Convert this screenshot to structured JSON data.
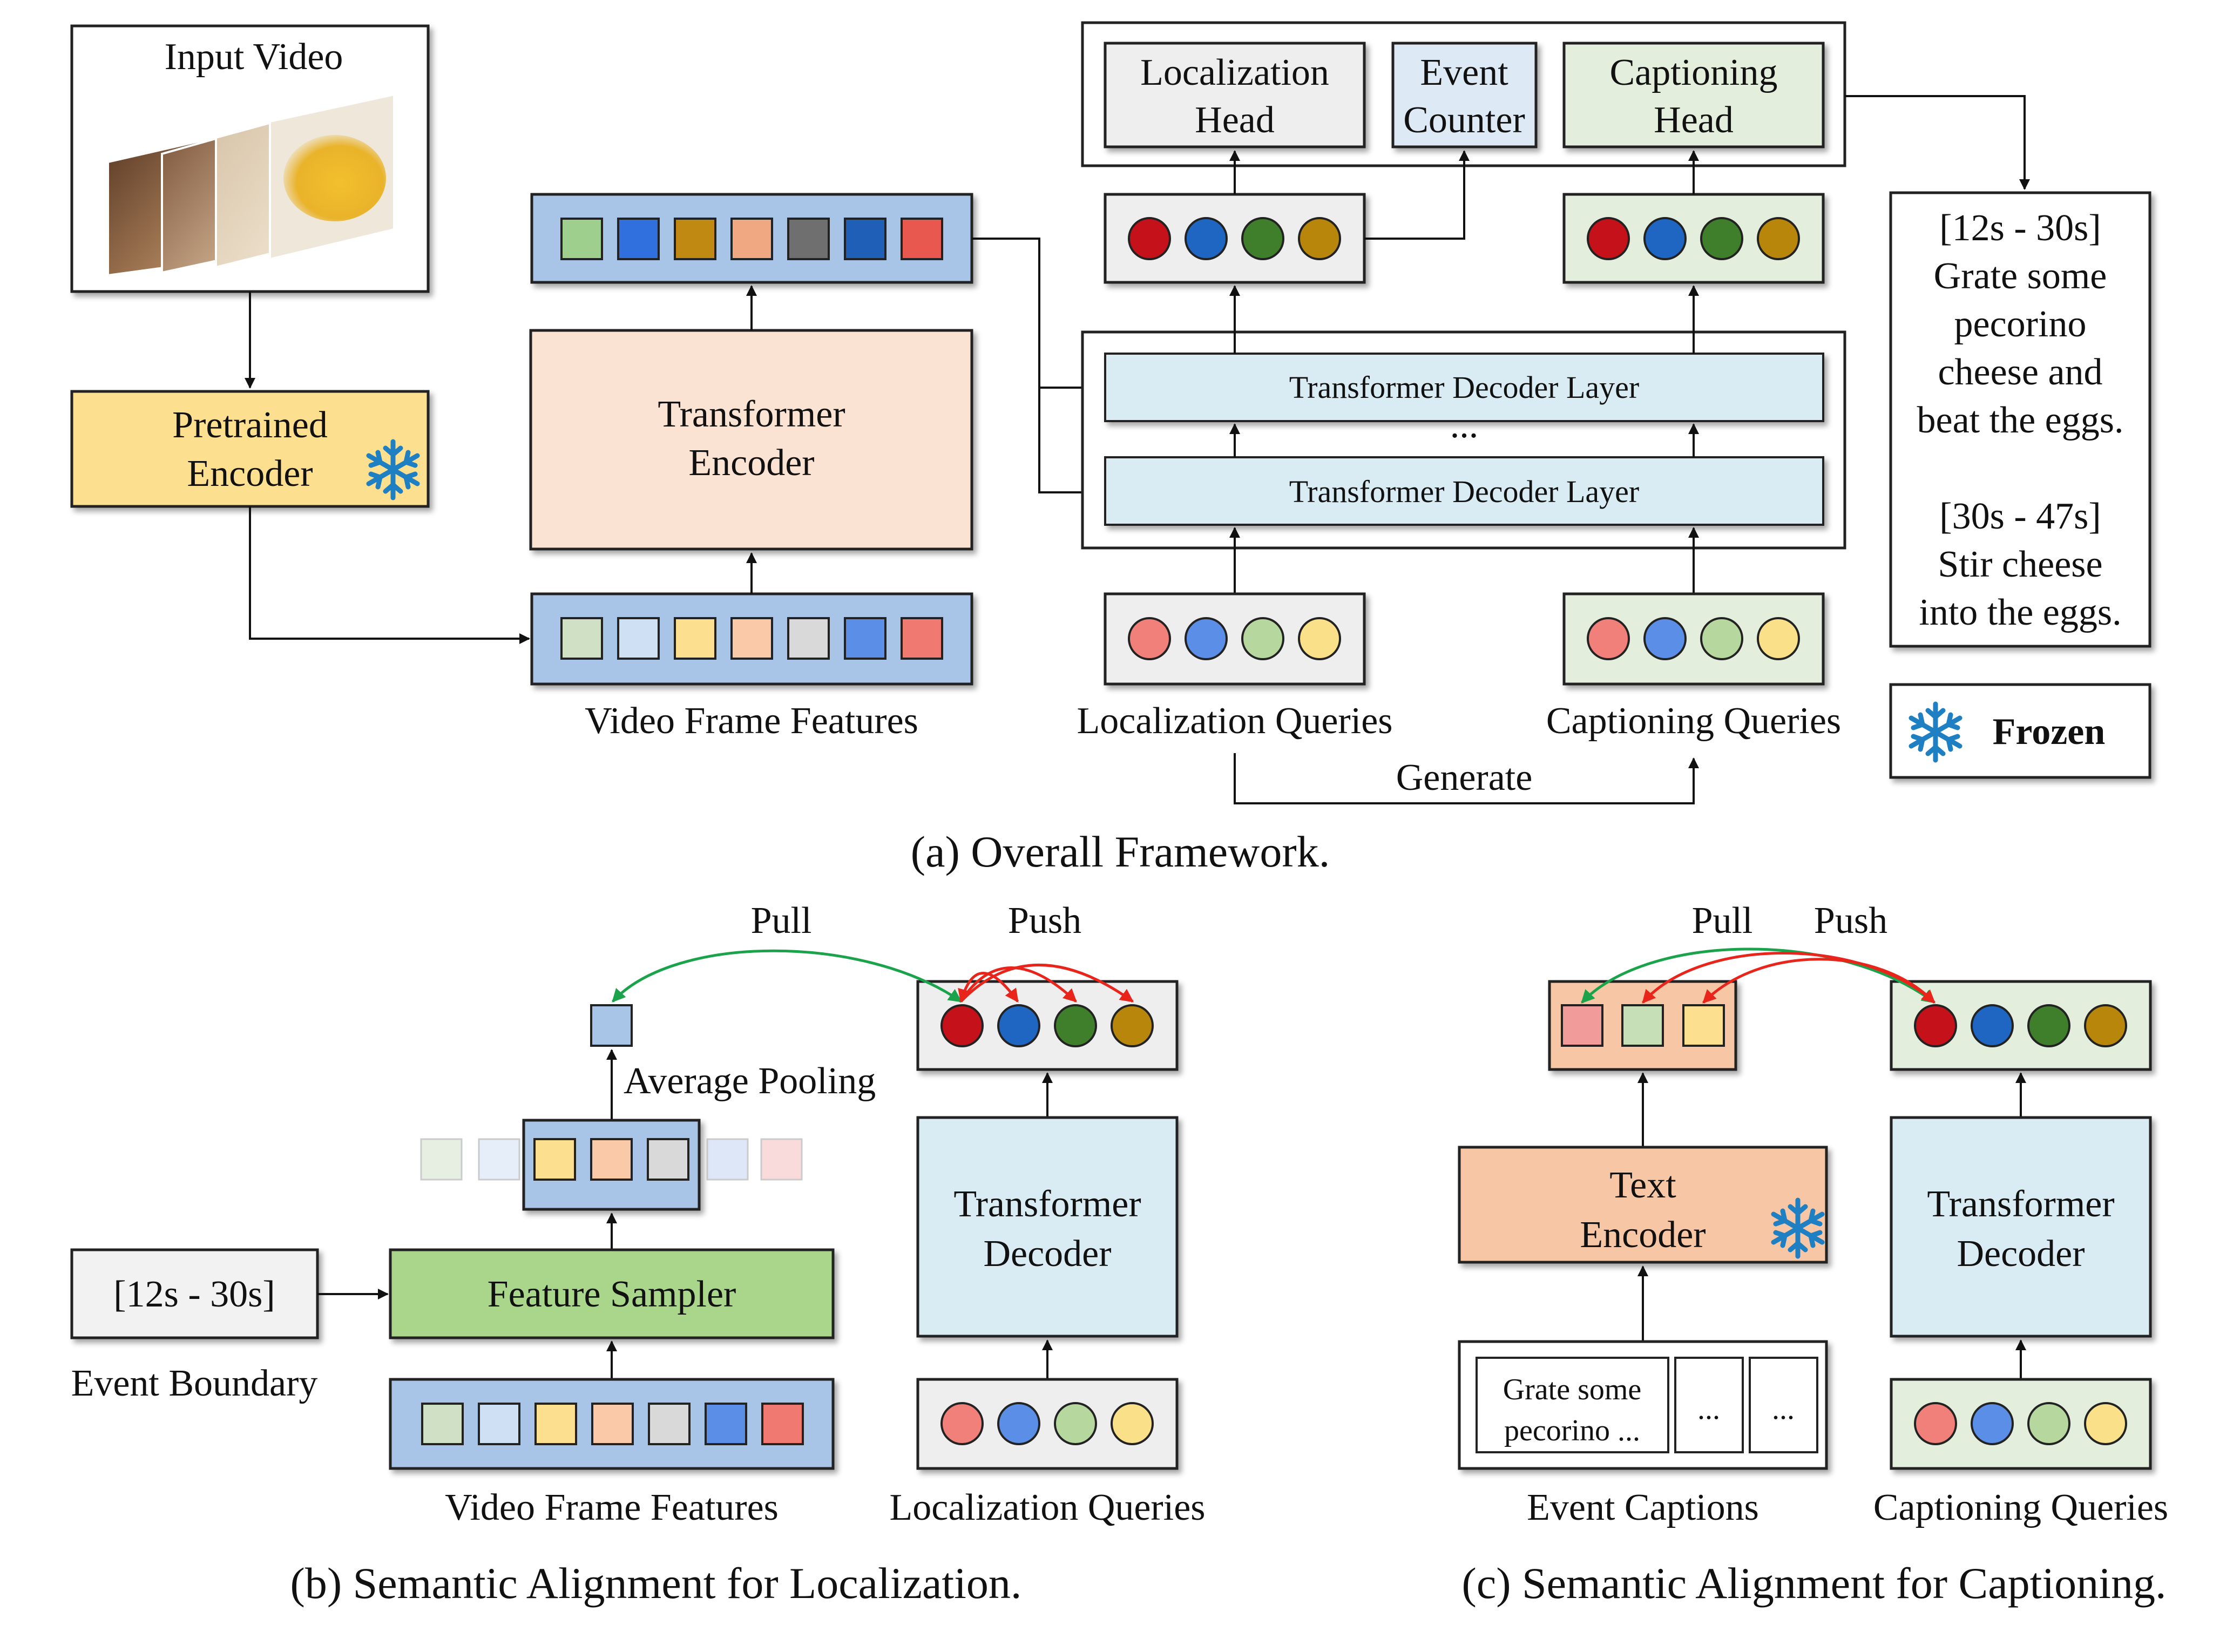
{
  "overall": {
    "input_video": "Input Video",
    "pretrained_encoder": [
      "Pretrained",
      "Encoder"
    ],
    "transformer_encoder": [
      "Transformer",
      "Encoder"
    ],
    "video_frame_features": "Video Frame Features",
    "localization_head": [
      "Localization",
      "Head"
    ],
    "event_counter": [
      "Event",
      "Counter"
    ],
    "captioning_head": [
      "Captioning",
      "Head"
    ],
    "decoder_layer": "Transformer Decoder Layer",
    "ellipsis": "...",
    "localization_queries": "Localization Queries",
    "captioning_queries": "Captioning Queries",
    "generate": "Generate",
    "output_text": [
      "[12s - 30s]",
      "Grate some",
      "pecorino",
      "cheese and",
      "beat the eggs.",
      "",
      "[30s - 47s]",
      "Stir cheese",
      "into the eggs."
    ],
    "frozen": "Frozen",
    "caption": "(a) Overall Framework."
  },
  "localization_align": {
    "pull": "Pull",
    "push": "Push",
    "average_pooling": "Average Pooling",
    "boundary": "[12s - 30s]",
    "event_boundary": "Event Boundary",
    "feature_sampler": "Feature Sampler",
    "transformer_decoder": [
      "Transformer",
      "Decoder"
    ],
    "video_frame_features": "Video Frame Features",
    "localization_queries": "Localization Queries",
    "caption": "(b) Semantic Alignment for Localization."
  },
  "captioning_align": {
    "pull": "Pull",
    "push": "Push",
    "text_encoder": [
      "Text",
      "Encoder"
    ],
    "caption_box": [
      "Grate some",
      "pecorino ..."
    ],
    "ellipsis": "...",
    "transformer_decoder": [
      "Transformer",
      "Decoder"
    ],
    "event_captions": "Event Captions",
    "captioning_queries": "Captioning Queries",
    "caption": "(c) Semantic Alignment for Captioning."
  },
  "colors": {
    "feature_panel": "#a8c4e6",
    "encoder_yellow": "#fde08f",
    "transformer_encoder": "#fbe3d3",
    "decoder_layer": "#d9ecf4",
    "query_panel_gray": "#eeeeee",
    "query_panel_green": "#e3efdc",
    "feature_sampler": "#a9d68b",
    "text_encoder": "#f7c6a4",
    "frozen_icon": "#1f7fc3",
    "pull_arrow": "#1aa34a",
    "push_arrow": "#e8241b"
  }
}
